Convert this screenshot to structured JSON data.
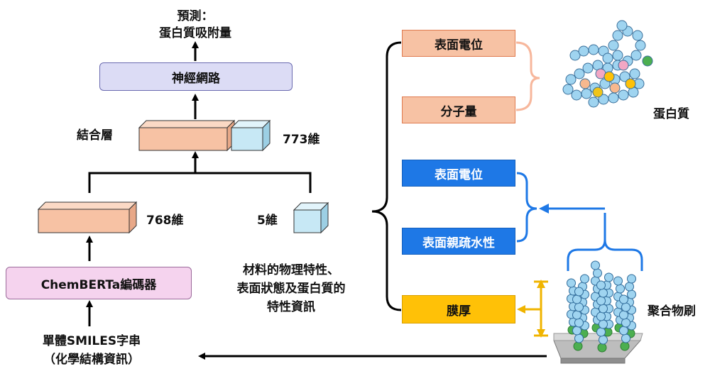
{
  "top": {
    "prediction_line1": "預測：",
    "prediction_line2": "蛋白質吸附量"
  },
  "nodes": {
    "neural_network": "神經網路",
    "concat_layer": "結合層",
    "concat_dim": "773維",
    "embedding_dim": "768維",
    "feature_dim": "5維",
    "encoder": "ChemBERTa編碼器",
    "input_line1": "單體SMILES字串",
    "input_line2": "（化學結構資訊）",
    "features_line1": "材料的物理特性、",
    "features_line2": "表面狀態及蛋白質的",
    "features_line3": "特性資訊"
  },
  "features": {
    "protein_surface_potential": "表面電位",
    "protein_molecular_weight": "分子量",
    "brush_surface_potential": "表面電位",
    "brush_hydrophobicity": "表面親疏水性",
    "film_thickness": "膜厚"
  },
  "images": {
    "protein_label": "蛋白質",
    "brush_label": "聚合物刷"
  },
  "colors": {
    "nn_fill": "#dcdcf5",
    "nn_border": "#6a6ab0",
    "encoder_fill": "#f5d3ee",
    "encoder_border": "#9a6a9a",
    "orange_fill": "#f7c2a4",
    "orange_border": "#e07a4f",
    "blue_fill": "#1e78e6",
    "gold_fill": "#ffc107",
    "cube_blue": "#c7e8f5"
  }
}
